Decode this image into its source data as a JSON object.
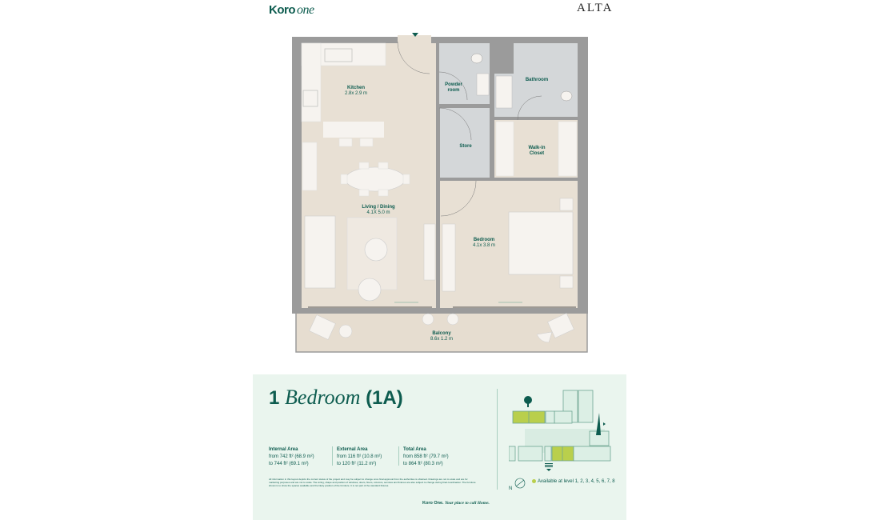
{
  "header": {
    "brand_bold": "Koro",
    "brand_italic": "one",
    "partner_logo": "ALTA"
  },
  "colors": {
    "brand": "#0d5c4f",
    "floor": "#e8e0d4",
    "wet_floor": "#d4d7d9",
    "wall": "#9b9b9b",
    "panel": "#eaf5ee",
    "available": "#b9cf4c"
  },
  "rooms": [
    {
      "name": "Kitchen",
      "size": "2.8x 2.9 m"
    },
    {
      "name": "Powder room",
      "size": ""
    },
    {
      "name": "Bathroom",
      "size": ""
    },
    {
      "name": "Store",
      "size": ""
    },
    {
      "name": "Walk-in Closet",
      "size": ""
    },
    {
      "name": "Living / Dining",
      "size": "4.1X 5.0 m"
    },
    {
      "name": "Bedroom",
      "size": "4.1x 3.8 m"
    },
    {
      "name": "Balcony",
      "size": "8.6x 1.2 m"
    }
  ],
  "unit": {
    "num": "1",
    "type": "Bedroom",
    "code": "(1A)"
  },
  "areas": [
    {
      "label": "Internal Area",
      "from": "from 742 ft² (68.9 m²)",
      "to": "to 744 ft² (69.1 m²)"
    },
    {
      "label": "External Area",
      "from": "from 116 ft² (10.8 m²)",
      "to": "to 120 ft² (11.2 m²)"
    },
    {
      "label": "Total Area",
      "from": "from 858 ft² (79.7 m²)",
      "to": "to 864 ft² (80.3 m²)"
    }
  ],
  "disclaimer": "All information in this layout depicts the current status of the project and may be subject to change once final approval from the authorities is obtained. Drawings are not to scale and are for marketing purposes and are not to scale. The sizing, shape and position of windows, doors, floors, columns, services and fixtures are also subject to change during final coordination. The furniture shown is to show the spaces available and the likely position of the furniture. It is not part of the standard fixtures.",
  "tagline": {
    "brand": "Koro One.",
    "text": "Your place to call Home."
  },
  "keyplan": {
    "legend": "Available at level 1, 2, 3, 4, 5, 6, 7, 8",
    "north": "N"
  }
}
